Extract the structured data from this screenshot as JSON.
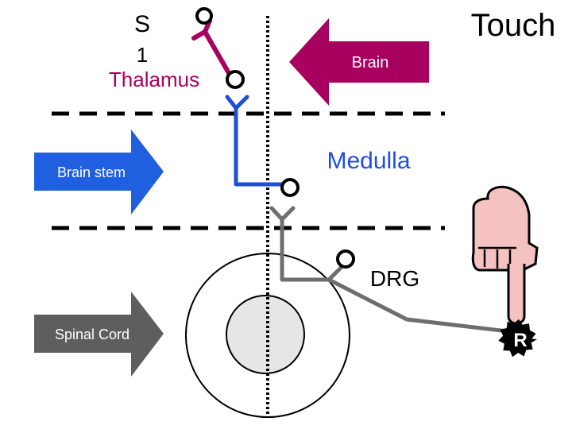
{
  "labels": {
    "s1_top": "S",
    "s1_bottom": "1",
    "thalamus": "Thalamus",
    "touch": "Touch",
    "medulla": "Medulla",
    "drg": "DRG",
    "receptor": "R"
  },
  "arrows": {
    "brain": "Brain",
    "brain_stem": "Brain stem",
    "spinal_cord": "Spinal Cord"
  },
  "colors": {
    "third_order_neuron": "#a8005f",
    "second_order_neuron": "#1f4fd8",
    "first_order_neuron": "#6e6e6e",
    "brain_arrow": "#a8005f",
    "brain_stem_arrow": "#1f5fe0",
    "spinal_cord_arrow": "#5e5e5e",
    "hand": "#f5c2c2",
    "gray_matter": "#e6e6e6"
  }
}
